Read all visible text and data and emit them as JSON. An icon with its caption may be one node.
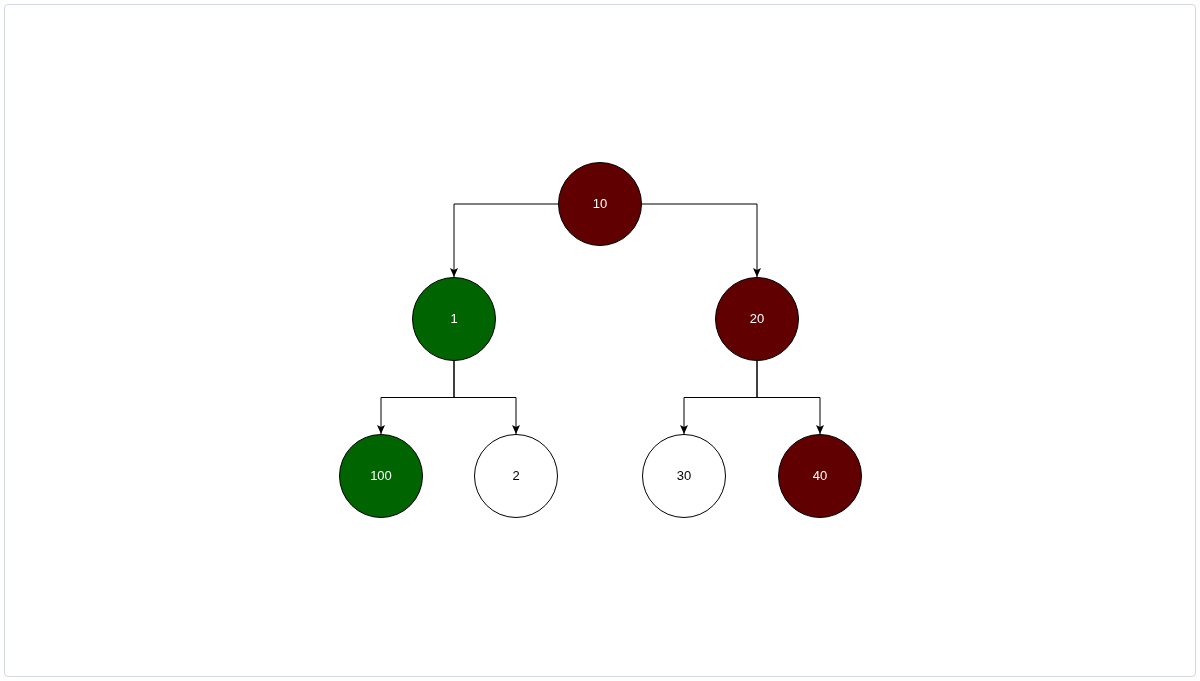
{
  "diagram": {
    "nodes": [
      {
        "text": [
          "10"
        ]
      },
      {
        "text": [
          "1"
        ]
      },
      {
        "text": [
          "20"
        ]
      },
      {
        "text": [
          "100"
        ]
      },
      {
        "text": [
          "2"
        ]
      },
      {
        "text": [
          "30"
        ]
      },
      {
        "text": [
          "40"
        ]
      }
    ],
    "edges": [
      {
        "from": 0,
        "to": 1,
        "arrow": "to"
      },
      {
        "from": 0,
        "to": 2,
        "arrow": "to"
      },
      {
        "from": 1,
        "to": 3,
        "arrow": "to"
      },
      {
        "from": 1,
        "to": 4,
        "arrow": "to"
      },
      {
        "from": 2,
        "to": 5,
        "arrow": "to"
      },
      {
        "from": 2,
        "to": 6,
        "arrow": "to"
      }
    ]
  }
}
